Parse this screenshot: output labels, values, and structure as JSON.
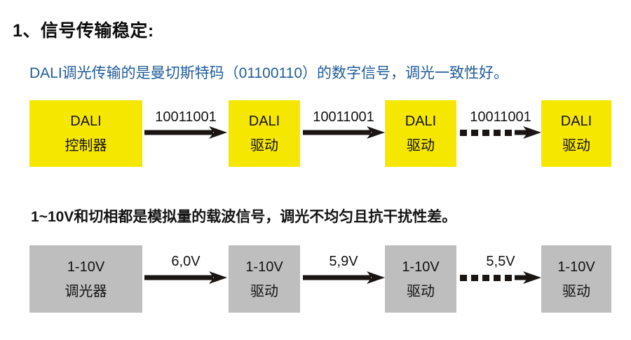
{
  "slide": {
    "background_color": "#ffffff",
    "heading": "1、信号传输稳定:"
  },
  "section_dali": {
    "description": "DALI调光传输的是曼切斯特码（01100110）的数字信号，调光一致性好。",
    "description_color": "#1f5c99",
    "node_color": "#F6E700",
    "nodes": [
      {
        "line1": "DALI",
        "line2": "控制器"
      },
      {
        "line1": "DALI",
        "line2": "驱动"
      },
      {
        "line1": "DALI",
        "line2": "驱动"
      },
      {
        "line1": "DALI",
        "line2": "驱动"
      }
    ],
    "arrows": [
      {
        "label": "10011001",
        "style": "solid"
      },
      {
        "label": "10011001",
        "style": "solid"
      },
      {
        "label": "10011001",
        "style": "dashed"
      }
    ]
  },
  "section_analog": {
    "description": "1~10V和切相都是模拟量的载波信号，调光不均匀且抗干扰性差。",
    "description_color": "#141414",
    "node_color": "#BEBEBE",
    "nodes": [
      {
        "line1": "1-10V",
        "line2": "调光器"
      },
      {
        "line1": "1-10V",
        "line2": "驱动"
      },
      {
        "line1": "1-10V",
        "line2": "驱动"
      },
      {
        "line1": "1-10V",
        "line2": "驱动"
      }
    ],
    "arrows": [
      {
        "label": "6,0V",
        "style": "solid"
      },
      {
        "label": "5,9V",
        "style": "solid"
      },
      {
        "label": "5,5V",
        "style": "dashed"
      }
    ]
  }
}
